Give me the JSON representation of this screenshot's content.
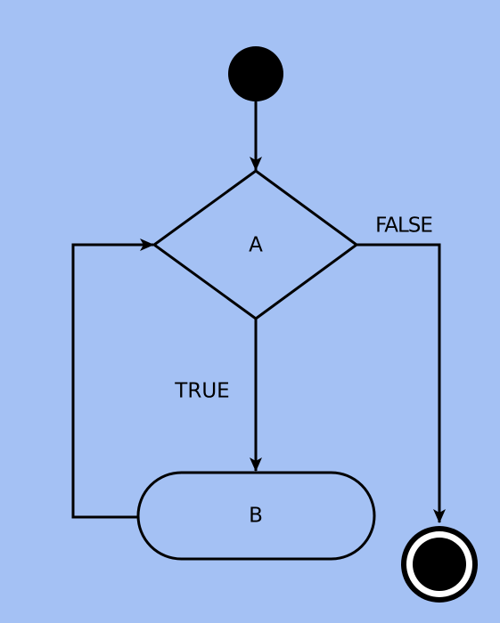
{
  "diagram": {
    "type": "activity-flowchart",
    "colors": {
      "background": "#a4c1f4",
      "stroke": "#000000",
      "node_fill": "#a4c1f4",
      "initial_fill": "#000000",
      "final_ring": "#ffffff"
    },
    "nodes": {
      "start": {
        "kind": "initial-node"
      },
      "decision": {
        "kind": "decision",
        "label": "A"
      },
      "action": {
        "kind": "action",
        "label": "B"
      },
      "end": {
        "kind": "final-node"
      }
    },
    "edges": {
      "start_to_decision": {
        "from": "start",
        "to": "decision",
        "label": ""
      },
      "decision_to_action": {
        "from": "decision",
        "to": "action",
        "label": "TRUE"
      },
      "decision_to_end": {
        "from": "decision",
        "to": "end",
        "label": "FALSE"
      },
      "action_to_decision": {
        "from": "action",
        "to": "decision",
        "label": ""
      }
    }
  }
}
